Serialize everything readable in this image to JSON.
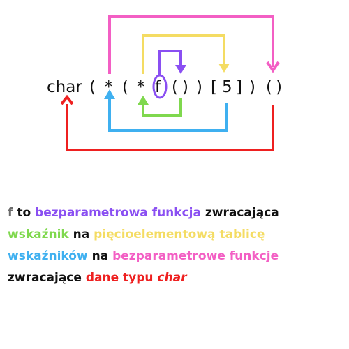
{
  "colors": {
    "purple": "#8a4ff2",
    "yellow": "#f4dc63",
    "pink": "#f35fc4",
    "green": "#7fd84e",
    "blue": "#3fb0f0",
    "red": "#ee2020",
    "grey": "#6b6b6b",
    "text": "#111111"
  },
  "declaration": {
    "tokens": [
      "char",
      "(",
      "*",
      "(",
      "*",
      "f",
      "(",
      ")",
      ")",
      "[",
      "5",
      "]",
      ")",
      "(",
      ")"
    ]
  },
  "caption": {
    "line1": {
      "a": "f",
      "b": " to ",
      "c": "bezparametrowa funkcja",
      "d": " zwracająca"
    },
    "line2": {
      "a": "wskaźnik",
      "b": " na ",
      "c": "pięcioelementową tablicę"
    },
    "line3": {
      "a": "wskaźników",
      "b": " na ",
      "c": "bezparametrowe funkcje"
    },
    "line4": {
      "a": "zwracające ",
      "b": "dane typu ",
      "c": "char"
    }
  }
}
